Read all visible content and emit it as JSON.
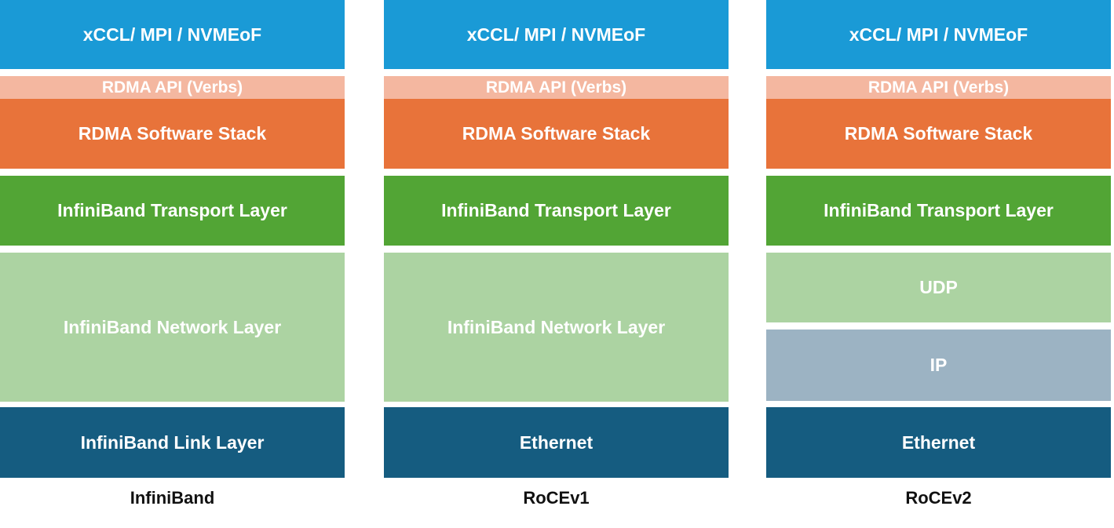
{
  "colors": {
    "app": "#1a9ad6",
    "api": "#f4b7a0",
    "software": "#e8733a",
    "transport": "#52a535",
    "network": "#acd3a2",
    "ip": "#9cb3c3",
    "link": "#155c80"
  },
  "stacks": [
    {
      "caption": "InfiniBand",
      "layers": {
        "app": "xCCL/ MPI / NVMEoF",
        "api": "RDMA API (Verbs)",
        "software": "RDMA Software Stack",
        "transport": "InfiniBand Transport Layer",
        "network": "InfiniBand Network Layer",
        "link": "InfiniBand Link Layer"
      }
    },
    {
      "caption": "RoCEv1",
      "layers": {
        "app": "xCCL/ MPI / NVMEoF",
        "api": "RDMA API (Verbs)",
        "software": "RDMA Software Stack",
        "transport": "InfiniBand Transport Layer",
        "network": "InfiniBand Network Layer",
        "link": "Ethernet"
      }
    },
    {
      "caption": "RoCEv2",
      "layers": {
        "app": "xCCL/ MPI / NVMEoF",
        "api": "RDMA API (Verbs)",
        "software": "RDMA Software Stack",
        "transport": "InfiniBand Transport Layer",
        "udp": "UDP",
        "ip": "IP",
        "link": "Ethernet"
      }
    }
  ]
}
